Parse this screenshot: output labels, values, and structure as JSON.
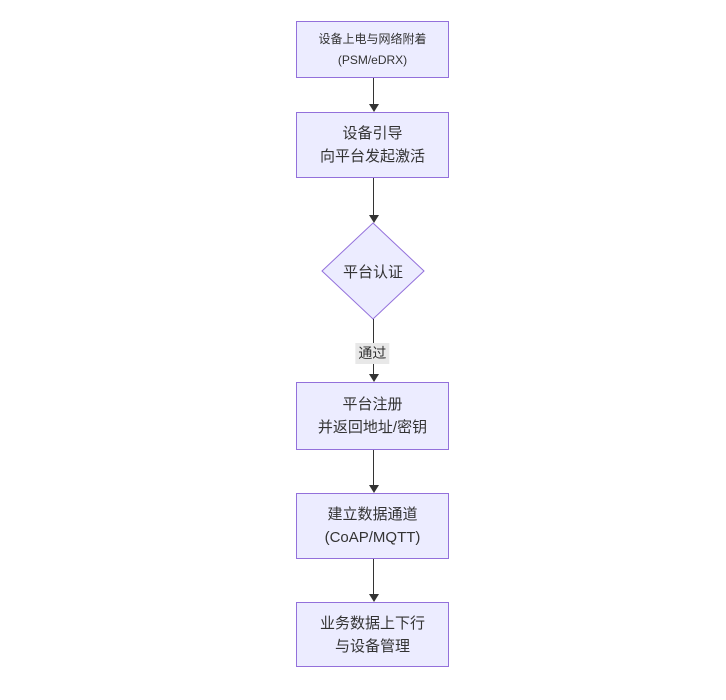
{
  "diagram": {
    "type": "flowchart",
    "direction": "top-down",
    "colors": {
      "background": "#FFFFFF",
      "node_fill": "#ECECFF",
      "node_border": "#9370DB",
      "text": "#333333",
      "arrow": "#333333",
      "edge_label_bg": "#E8E8E8"
    },
    "nodes": [
      {
        "id": "power-network-attach",
        "type": "rect",
        "lines": [
          "设备上电与网络附着",
          "(PSM/eDRX)"
        ]
      },
      {
        "id": "device-bootstrap",
        "type": "rect",
        "lines": [
          "设备引导",
          "向平台发起激活"
        ]
      },
      {
        "id": "platform-auth",
        "type": "diamond",
        "lines": [
          "平台认证"
        ]
      },
      {
        "id": "platform-register",
        "type": "rect",
        "lines": [
          "平台注册",
          "并返回地址/密钥"
        ]
      },
      {
        "id": "data-channel",
        "type": "rect",
        "lines": [
          "建立数据通道",
          "(CoAP/MQTT)"
        ]
      },
      {
        "id": "business-data",
        "type": "rect",
        "lines": [
          "业务数据上下行",
          "与设备管理"
        ]
      }
    ],
    "edges": [
      {
        "from": "power-network-attach",
        "to": "device-bootstrap",
        "label": ""
      },
      {
        "from": "device-bootstrap",
        "to": "platform-auth",
        "label": ""
      },
      {
        "from": "platform-auth",
        "to": "platform-register",
        "label": "通过"
      },
      {
        "from": "platform-register",
        "to": "data-channel",
        "label": ""
      },
      {
        "from": "data-channel",
        "to": "business-data",
        "label": ""
      }
    ]
  }
}
